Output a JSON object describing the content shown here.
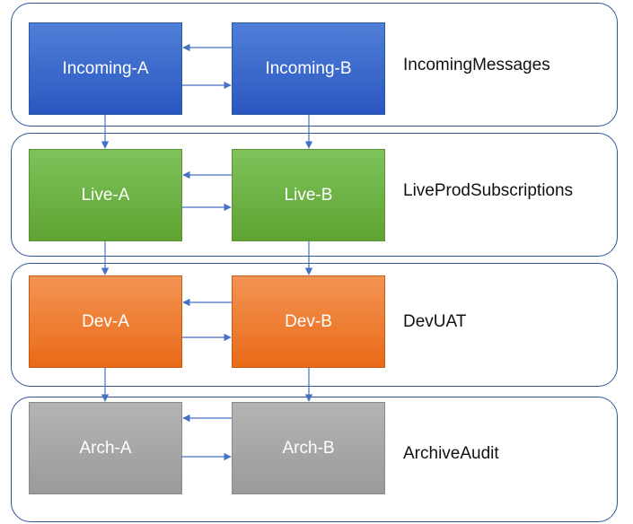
{
  "layers": [
    {
      "label": "IncomingMessages",
      "left": {
        "label": "Incoming-A"
      },
      "right": {
        "label": "Incoming-B"
      },
      "fill_top": "#4f7fd8",
      "fill_bottom": "#2a57c0",
      "border": "#2e54a4"
    },
    {
      "label": "LiveProdSubscriptions",
      "left": {
        "label": "Live-A"
      },
      "right": {
        "label": "Live-B"
      },
      "fill_top": "#7ec35a",
      "fill_bottom": "#5fa333",
      "border": "#5c8f36"
    },
    {
      "label": "DevUAT",
      "left": {
        "label": "Dev-A"
      },
      "right": {
        "label": "Dev-B"
      },
      "fill_top": "#f39454",
      "fill_bottom": "#e96a17",
      "border": "#c55a15"
    },
    {
      "label": "ArchiveAudit",
      "left": {
        "label": "Arch-A"
      },
      "right": {
        "label": "Arch-B"
      },
      "fill_top": "#b4b4b4",
      "fill_bottom": "#9a9a9a",
      "border": "#8a8a8a"
    }
  ],
  "colors": {
    "lane_border": "#2f5597",
    "arrow": "#4472c4"
  },
  "edges": [
    {
      "from": "Incoming-A",
      "to": "Incoming-B"
    },
    {
      "from": "Incoming-B",
      "to": "Incoming-A"
    },
    {
      "from": "Live-A",
      "to": "Live-B"
    },
    {
      "from": "Live-B",
      "to": "Live-A"
    },
    {
      "from": "Dev-A",
      "to": "Dev-B"
    },
    {
      "from": "Dev-B",
      "to": "Dev-A"
    },
    {
      "from": "Arch-A",
      "to": "Arch-B"
    },
    {
      "from": "Arch-B",
      "to": "Arch-A"
    },
    {
      "from": "Incoming-A",
      "to": "Live-A"
    },
    {
      "from": "Incoming-B",
      "to": "Live-B"
    },
    {
      "from": "Live-A",
      "to": "Dev-A"
    },
    {
      "from": "Live-B",
      "to": "Dev-B"
    },
    {
      "from": "Dev-A",
      "to": "Arch-A"
    },
    {
      "from": "Dev-B",
      "to": "Arch-B"
    }
  ]
}
